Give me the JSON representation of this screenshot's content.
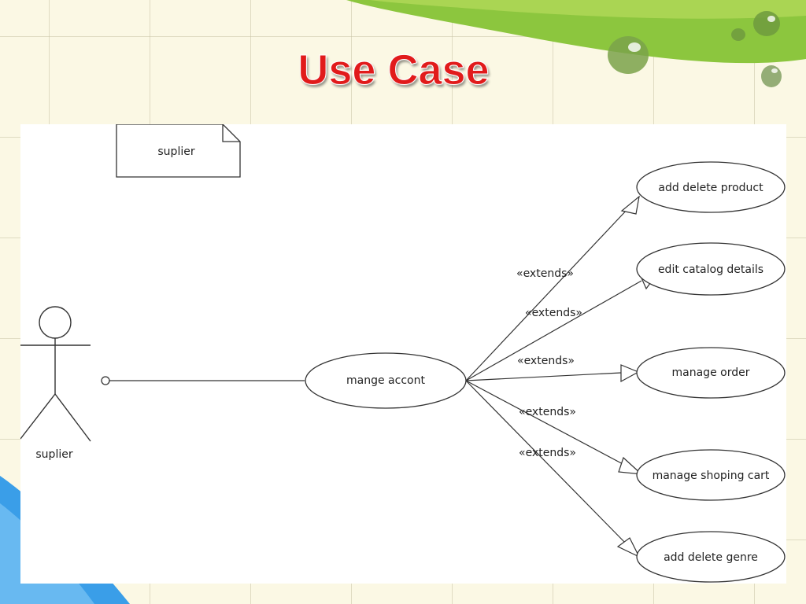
{
  "slide": {
    "title": "Use Case"
  },
  "diagram": {
    "note": "suplier",
    "actor": {
      "label": "suplier"
    },
    "central_use_case": "mange accont",
    "use_cases": [
      "add delete product",
      "edit catalog details",
      "manage order",
      "manage shoping cart",
      "add delete genre"
    ],
    "extends_labels": [
      "«extends»",
      "«extends»",
      "«extends»",
      "«extends»",
      "«extends»"
    ]
  },
  "colors": {
    "title": "#e11b1b",
    "green_band": "#8cc63e",
    "blue_corner": "#3a9ee8",
    "background": "#fbf8e4"
  }
}
